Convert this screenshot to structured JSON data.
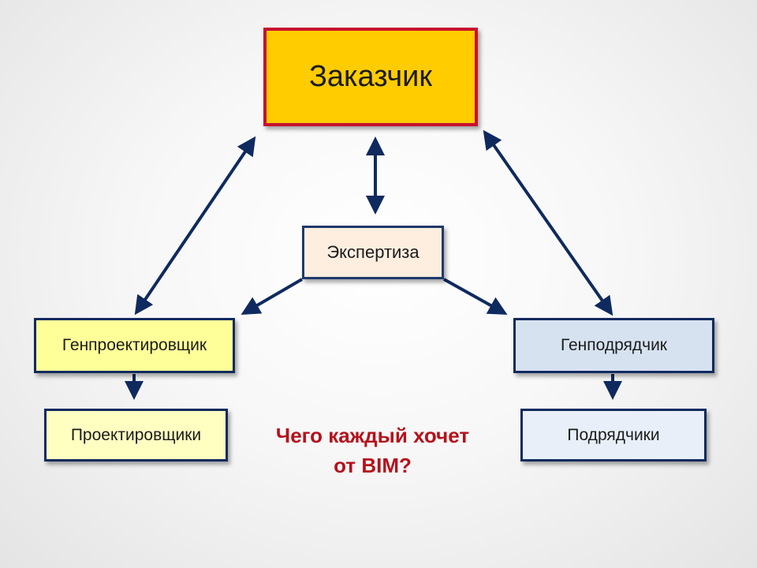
{
  "nodes": {
    "customer": "Заказчик",
    "expertise": "Экспертиза",
    "general_designer": "Генпроектировщик",
    "designers": "Проектировщики",
    "general_contractor": "Генподрядчик",
    "contractors": "Подрядчики"
  },
  "question": "Чего каждый хочет\nот BIM?",
  "colors": {
    "arrow": "#0f2a5e",
    "customer_fill": "#ffcc00",
    "customer_border": "#c8102e",
    "question_text": "#b5121b"
  }
}
